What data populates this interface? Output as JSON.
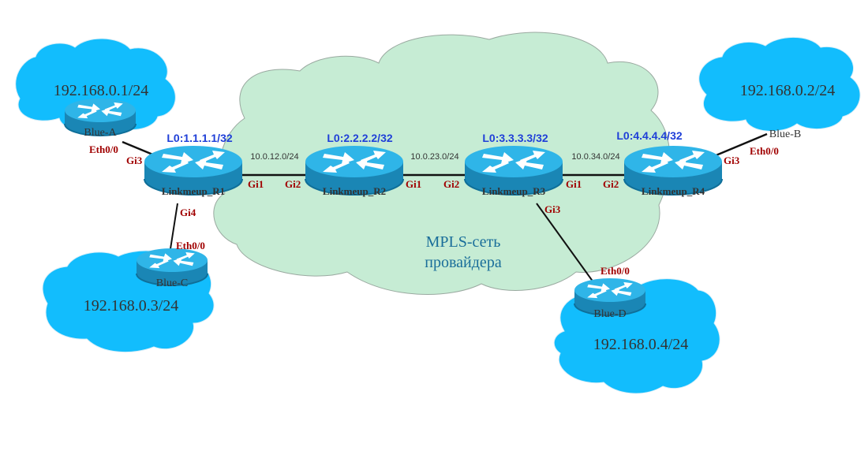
{
  "title": "MPLS provider network topology",
  "colors": {
    "provider_cloud": "#c6ecd4",
    "customer_cloud": "#12bdfd",
    "router_top": "#2fb5e8",
    "router_side": "#1a86b5",
    "loopback_text": "#1f3fd8",
    "port_text": "#a00000",
    "link": "#111111"
  },
  "provider_cloud": {
    "label_line1": "MPLS-сеть",
    "label_line2": "провайдера"
  },
  "routers": [
    {
      "name": "Linkmeup_R1",
      "loopback": "L0:1.1.1.1/32",
      "icon": "router-icon"
    },
    {
      "name": "Linkmeup_R2",
      "loopback": "L0:2.2.2.2/32",
      "icon": "router-icon"
    },
    {
      "name": "Linkmeup_R3",
      "loopback": "L0:3.3.3.3/32",
      "icon": "router-icon"
    },
    {
      "name": "Linkmeup_R4",
      "loopback": "L0:4.4.4.4/32",
      "icon": "router-icon"
    }
  ],
  "core_links": [
    {
      "subnet": "10.0.12.0/24",
      "a_port": "Gi1",
      "b_port": "Gi2"
    },
    {
      "subnet": "10.0.23.0/24",
      "a_port": "Gi1",
      "b_port": "Gi2"
    },
    {
      "subnet": "10.0.34.0/24",
      "a_port": "Gi1",
      "b_port": "Gi2"
    }
  ],
  "customers": [
    {
      "name": "Blue-A",
      "subnet": "192.168.0.1/24",
      "cust_port": "Eth0/0",
      "pe_port": "Gi3"
    },
    {
      "name": "Blue-B",
      "subnet": "192.168.0.2/24",
      "cust_port": "Eth0/0",
      "pe_port": "Gi3"
    },
    {
      "name": "Blue-C",
      "subnet": "192.168.0.3/24",
      "cust_port": "Eth0/0",
      "pe_port": "Gi4"
    },
    {
      "name": "Blue-D",
      "subnet": "192.168.0.4/24",
      "cust_port": "Eth0/0",
      "pe_port": "Gi3"
    }
  ]
}
